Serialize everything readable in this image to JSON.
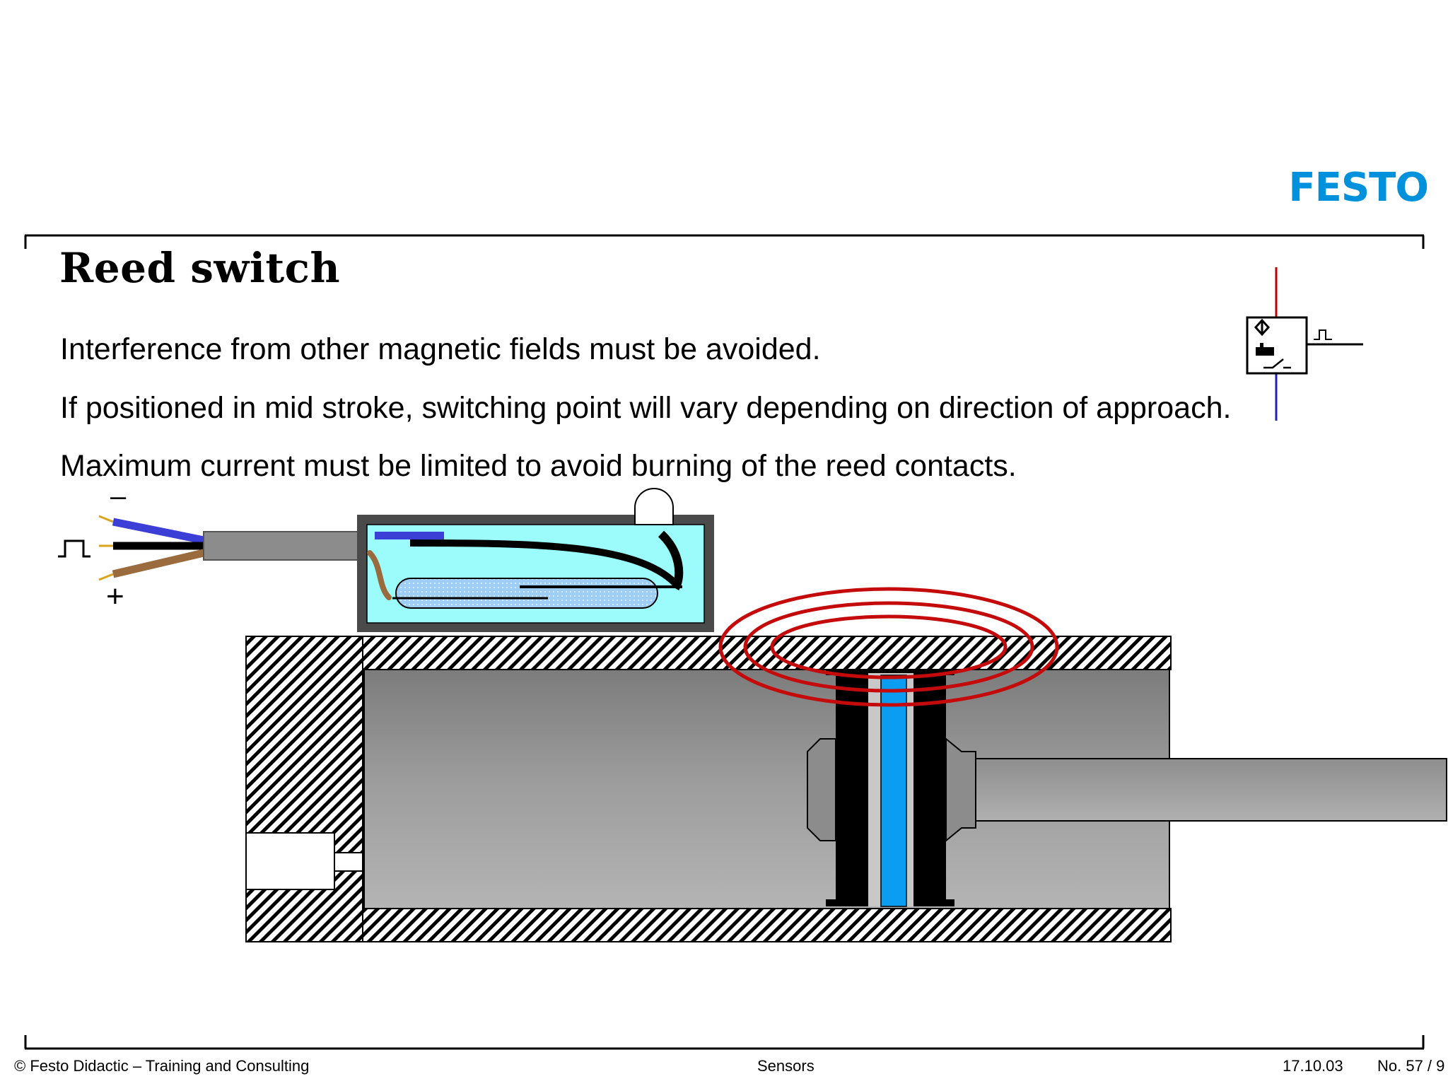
{
  "brand": {
    "logo_text": "FESTO",
    "color": "#0091dc"
  },
  "slide": {
    "title": "Reed switch",
    "bullets": [
      "Interference from other magnetic fields must be avoided.",
      "If positioned in mid stroke, switching point will vary depending on direction of approach.",
      "Maximum current must be limited to avoid burning of the reed contacts."
    ]
  },
  "diagram": {
    "wire_labels": {
      "minus": "–",
      "plus": "+"
    },
    "colors": {
      "wire_blue": "#3b3fd6",
      "wire_black": "#000000",
      "wire_brown": "#9a6b3c",
      "sensor_inner": "#9cfcfc",
      "magnet_blue": "#0a9df2",
      "field_lines": "#c40a0a",
      "body_gray": "#9c9c9c"
    }
  },
  "footer": {
    "copyright": "© Festo Didactic – Training and Consulting",
    "topic": "Sensors",
    "date": "17.10.03",
    "page": "No. 57 / 9"
  }
}
